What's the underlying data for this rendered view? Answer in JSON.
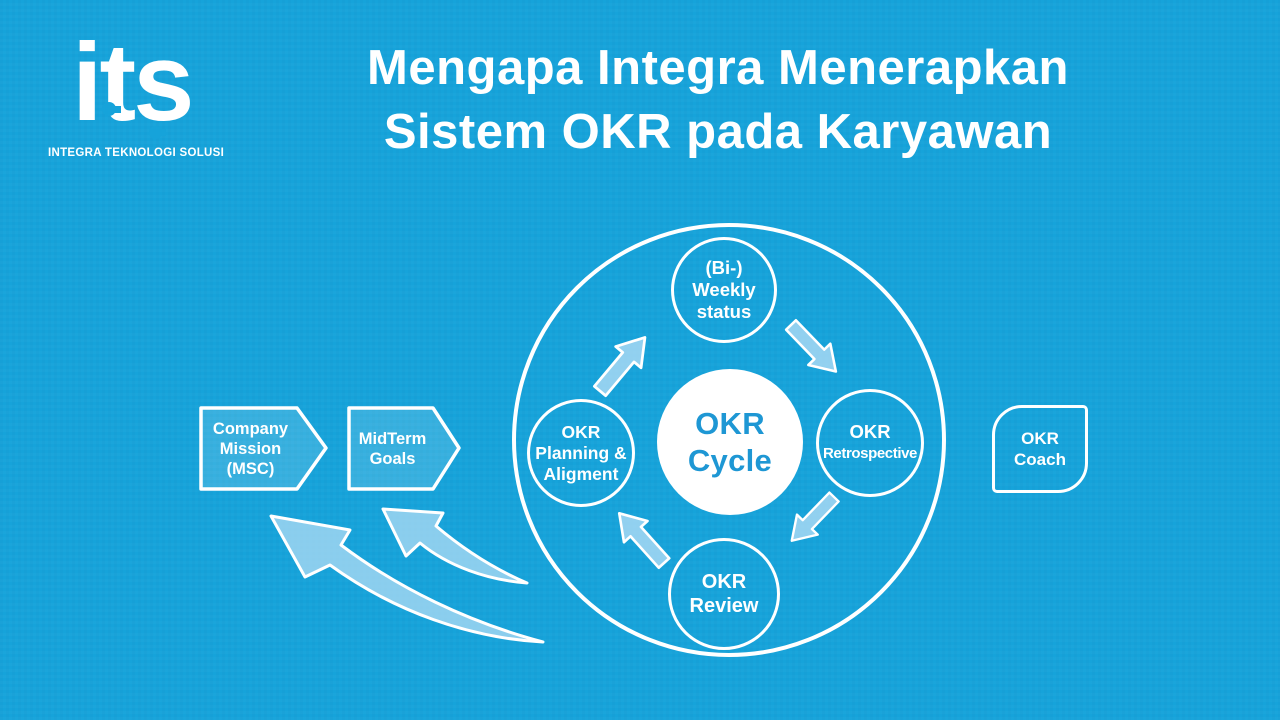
{
  "colors": {
    "background": "#16a3da",
    "white": "#ffffff",
    "center_text_blue": "#1e97d4",
    "arrow_fill_light_blue": "#a7d8f3"
  },
  "logo": {
    "wordmark": "its",
    "subtitle": "INTEGRA TEKNOLOGI SOLUSI"
  },
  "title": {
    "line1": "Mengapa Integra Menerapkan",
    "line2": "Sistem OKR pada Karyawan"
  },
  "diagram": {
    "center_label": "OKR\nCycle",
    "node_top": "(Bi-)\nWeekly\nstatus",
    "node_right": {
      "line1": "OKR",
      "line2": "Retrospective"
    },
    "node_bottom": "OKR\nReview",
    "node_left": "OKR\nPlanning &\nAligment",
    "input_primary": "Company\nMission\n(MSC)",
    "input_secondary": "MidTerm\nGoals",
    "coach": "OKR\nCoach"
  }
}
